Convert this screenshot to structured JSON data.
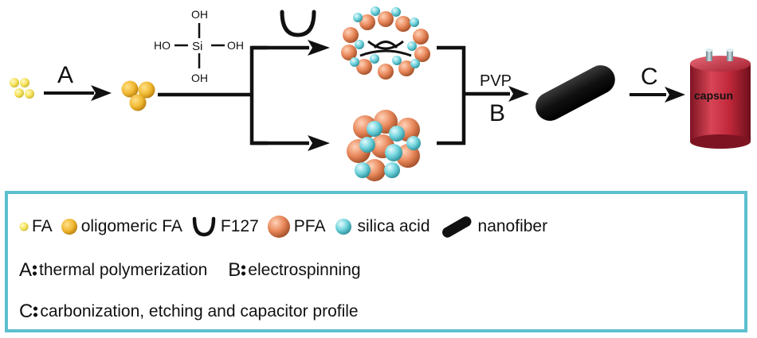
{
  "scheme": {
    "silicic_acid_labels": {
      "top": "OH",
      "left": "HO",
      "center": "Si",
      "right": "OH",
      "bottom": "OH"
    },
    "step_a_label": "A",
    "pvp_label": "PVP",
    "step_b_label": "B",
    "step_c_label": "C",
    "capacitor_label": "capsun"
  },
  "legend": {
    "items": [
      {
        "icon": "fa-icon",
        "label": "FA"
      },
      {
        "icon": "oligomeric-fa-icon",
        "label": "oligomeric FA"
      },
      {
        "icon": "f127-icon",
        "label": "F127"
      },
      {
        "icon": "pfa-icon",
        "label": "PFA"
      },
      {
        "icon": "silica-acid-icon",
        "label": "silica acid"
      },
      {
        "icon": "nanofiber-icon",
        "label": "nanofiber"
      }
    ],
    "steps": [
      {
        "letter": "A",
        "text": "thermal polymerization"
      },
      {
        "letter": "B",
        "text": "electrospinning"
      },
      {
        "letter": "C",
        "text": "carbonization, etching and capacitor profile"
      }
    ]
  },
  "colors": {
    "fa": "#f4e15a",
    "oligomeric_fa": "#f0b830",
    "pfa": "#e8875a",
    "silica": "#6fd3dc",
    "capacitor": "#c0283a",
    "legend_border": "#5dbfcf"
  }
}
